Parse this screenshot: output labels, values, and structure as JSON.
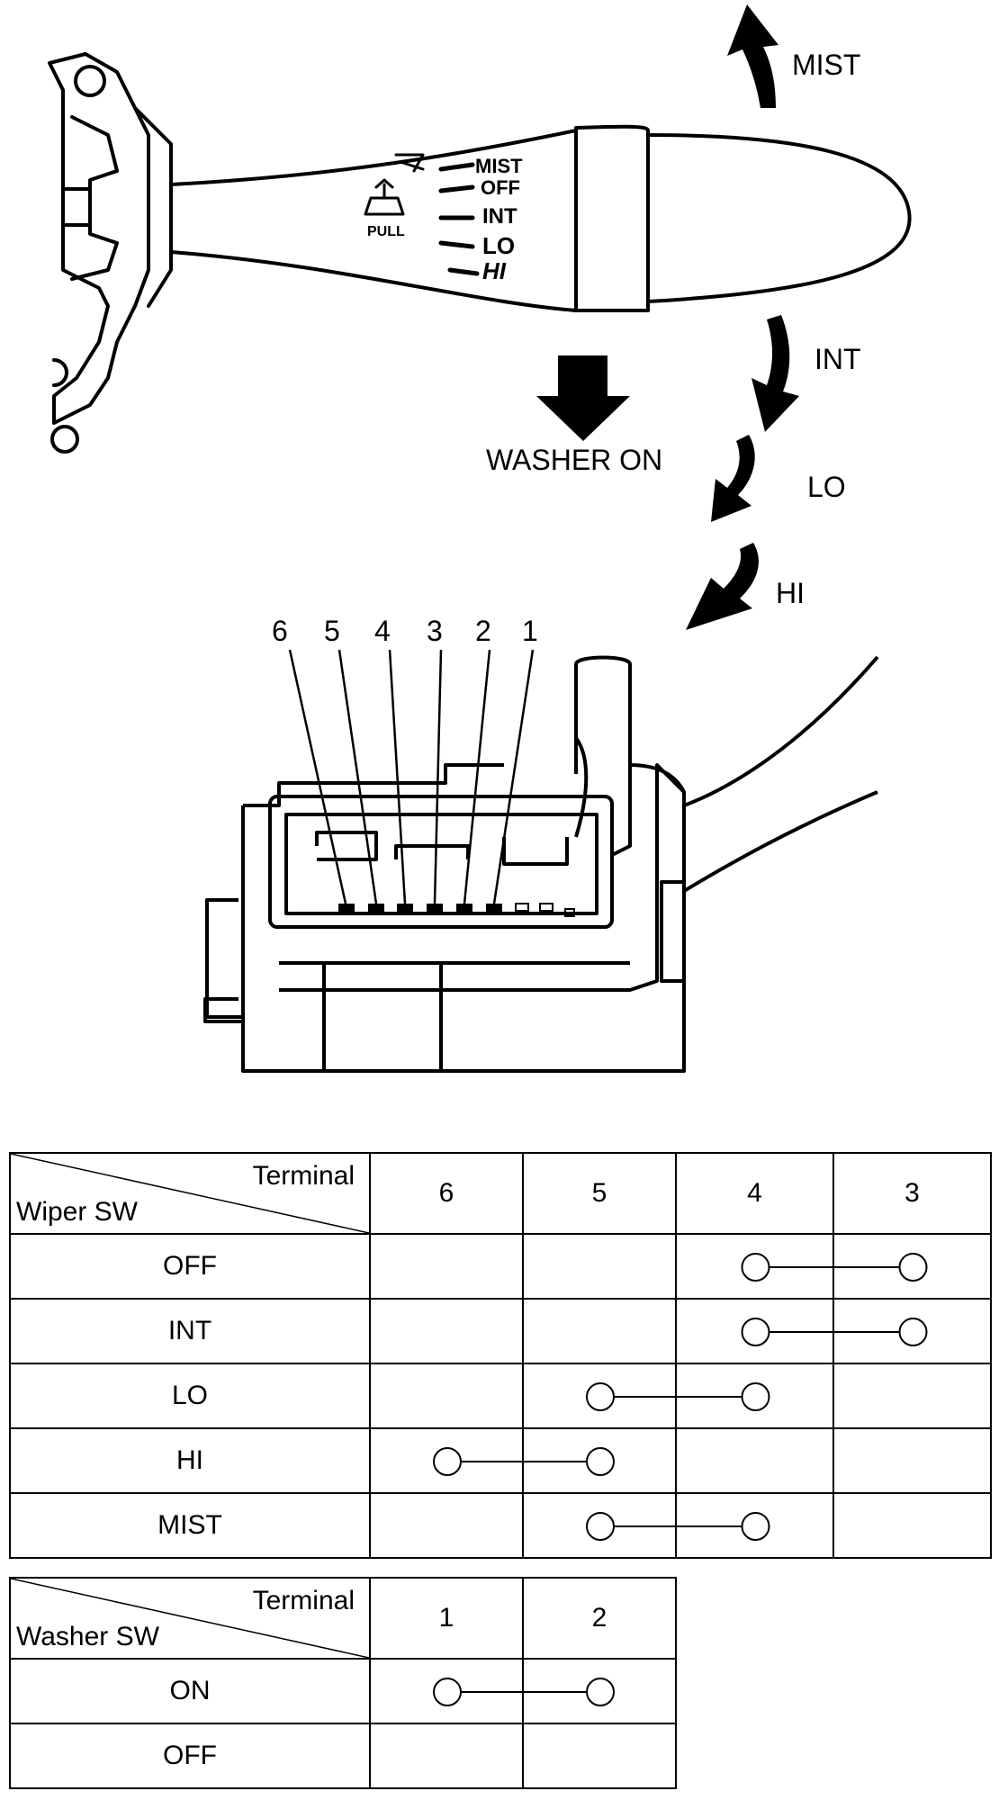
{
  "lever": {
    "markings": [
      "MIST",
      "OFF",
      "INT",
      "LO",
      "HI"
    ],
    "pull_label": "PULL"
  },
  "arrows": {
    "mist": "MIST",
    "washer": "WASHER ON",
    "int": "INT",
    "lo": "LO",
    "hi": "HI"
  },
  "connector": {
    "pin_numbers": [
      "6",
      "5",
      "4",
      "3",
      "2",
      "1"
    ]
  },
  "wiper_table": {
    "corner_top": "Terminal",
    "corner_bottom": "Wiper SW",
    "terminals": [
      "6",
      "5",
      "4",
      "3"
    ],
    "rows": [
      {
        "label": "OFF",
        "from": 2,
        "to": 3
      },
      {
        "label": "INT",
        "from": 2,
        "to": 3
      },
      {
        "label": "LO",
        "from": 1,
        "to": 2
      },
      {
        "label": "HI",
        "from": 0,
        "to": 1
      },
      {
        "label": "MIST",
        "from": 1,
        "to": 2
      }
    ]
  },
  "washer_table": {
    "corner_top": "Terminal",
    "corner_bottom": "Washer SW",
    "terminals": [
      "1",
      "2"
    ],
    "rows": [
      {
        "label": "ON",
        "from": 0,
        "to": 1
      },
      {
        "label": "OFF",
        "from": null,
        "to": null
      }
    ]
  }
}
